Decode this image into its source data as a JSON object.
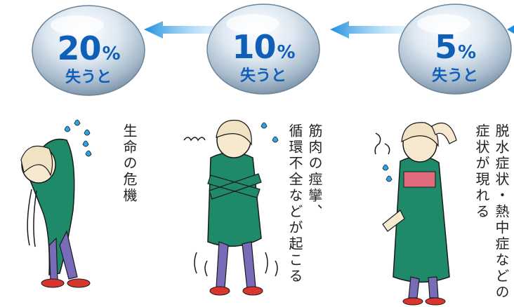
{
  "stages": [
    {
      "percent": "20",
      "unit": "%",
      "label": "失うと",
      "symptom_lines": [
        "生命の危機"
      ]
    },
    {
      "percent": "10",
      "unit": "%",
      "label": "失うと",
      "symptom_lines": [
        "筋肉の痙攣、",
        "循環不全などが起こる"
      ]
    },
    {
      "percent": "5",
      "unit": "%",
      "label": "失うと",
      "symptom_lines": [
        "脱水症状・熱中症などの",
        "症状が現れる"
      ]
    }
  ],
  "colors": {
    "text_blue": "#0f5fb8",
    "arrow_blue": "#2aa3e8",
    "dress_green": "#1f8a6a",
    "legs_purple": "#7a6bb8",
    "shoe_red": "#d9352f"
  }
}
